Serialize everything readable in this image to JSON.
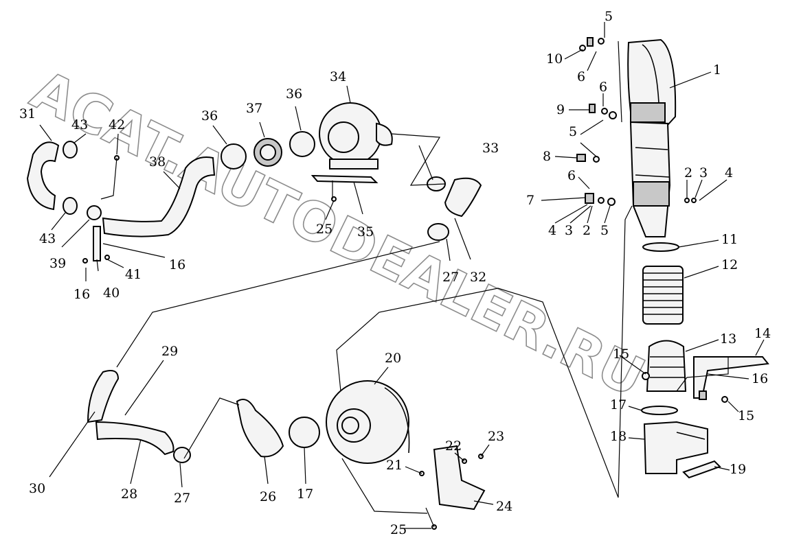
{
  "watermark": "ACAT.AUTODEALER.RU",
  "callouts": [
    {
      "id": "c5a",
      "text": "5"
    },
    {
      "id": "c10",
      "text": "10"
    },
    {
      "id": "c6a",
      "text": "6"
    },
    {
      "id": "c1",
      "text": "1"
    },
    {
      "id": "c6b",
      "text": "6"
    },
    {
      "id": "c9",
      "text": "9"
    },
    {
      "id": "c5b",
      "text": "5"
    },
    {
      "id": "c8",
      "text": "8"
    },
    {
      "id": "c6c",
      "text": "6"
    },
    {
      "id": "c2a",
      "text": "2"
    },
    {
      "id": "c3a",
      "text": "3"
    },
    {
      "id": "c4a",
      "text": "4"
    },
    {
      "id": "c7",
      "text": "7"
    },
    {
      "id": "c4b",
      "text": "4"
    },
    {
      "id": "c3b",
      "text": "3"
    },
    {
      "id": "c2b",
      "text": "2"
    },
    {
      "id": "c5c",
      "text": "5"
    },
    {
      "id": "c11",
      "text": "11"
    },
    {
      "id": "c12",
      "text": "12"
    },
    {
      "id": "c13",
      "text": "13"
    },
    {
      "id": "c14",
      "text": "14"
    },
    {
      "id": "c15a",
      "text": "15"
    },
    {
      "id": "c16a",
      "text": "16"
    },
    {
      "id": "c17a",
      "text": "17"
    },
    {
      "id": "c15b",
      "text": "15"
    },
    {
      "id": "c18",
      "text": "18"
    },
    {
      "id": "c19",
      "text": "19"
    },
    {
      "id": "c31",
      "text": "31"
    },
    {
      "id": "c43a",
      "text": "43"
    },
    {
      "id": "c42",
      "text": "42"
    },
    {
      "id": "c36a",
      "text": "36"
    },
    {
      "id": "c37",
      "text": "37"
    },
    {
      "id": "c36b",
      "text": "36"
    },
    {
      "id": "c34",
      "text": "34"
    },
    {
      "id": "c38",
      "text": "38"
    },
    {
      "id": "c33",
      "text": "33"
    },
    {
      "id": "c43b",
      "text": "43"
    },
    {
      "id": "c39",
      "text": "39"
    },
    {
      "id": "c25a",
      "text": "25"
    },
    {
      "id": "c35",
      "text": "35"
    },
    {
      "id": "c27a",
      "text": "27"
    },
    {
      "id": "c32",
      "text": "32"
    },
    {
      "id": "c41",
      "text": "41"
    },
    {
      "id": "c16b",
      "text": "16"
    },
    {
      "id": "c16c",
      "text": "16"
    },
    {
      "id": "c40",
      "text": "40"
    },
    {
      "id": "c29",
      "text": "29"
    },
    {
      "id": "c20",
      "text": "20"
    },
    {
      "id": "c23",
      "text": "23"
    },
    {
      "id": "c22",
      "text": "22"
    },
    {
      "id": "c21",
      "text": "21"
    },
    {
      "id": "c24",
      "text": "24"
    },
    {
      "id": "c30",
      "text": "30"
    },
    {
      "id": "c28",
      "text": "28"
    },
    {
      "id": "c27b",
      "text": "27"
    },
    {
      "id": "c26",
      "text": "26"
    },
    {
      "id": "c17b",
      "text": "17"
    },
    {
      "id": "c25b",
      "text": "25"
    }
  ]
}
